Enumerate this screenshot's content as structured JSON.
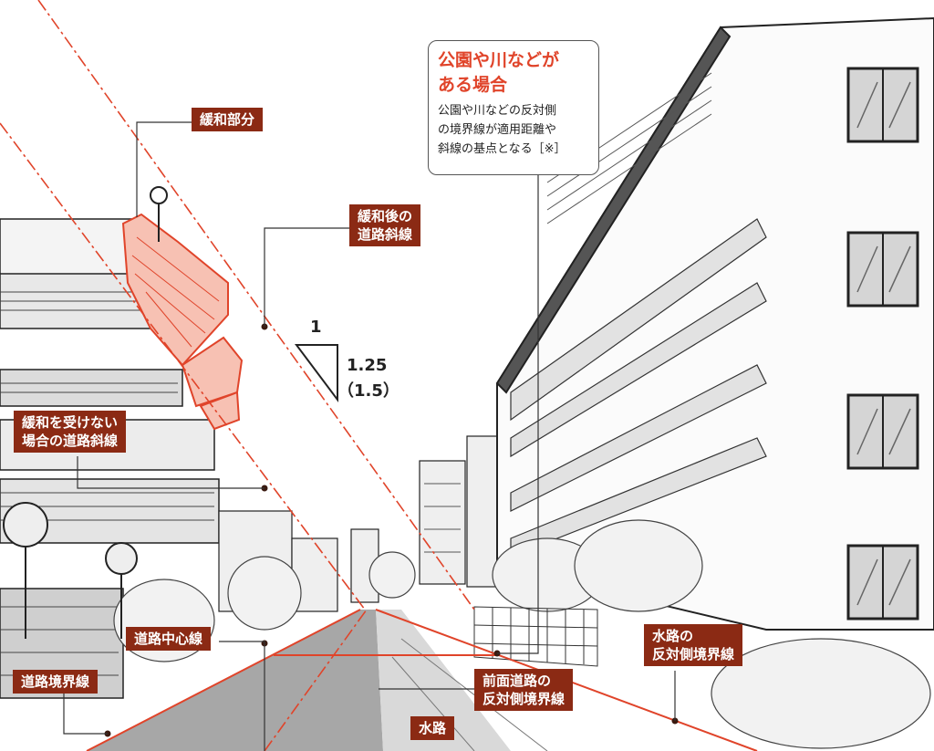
{
  "labels": {
    "kanwa_bubun": "緩和部分",
    "kanwa_go_line1": "緩和後の",
    "kanwa_go_line2": "道路斜線",
    "no_kanwa_line1": "緩和を受けない",
    "no_kanwa_line2": "場合の道路斜線",
    "road_center": "道路中心線",
    "road_boundary": "道路境界線",
    "front_road_line1": "前面道路の",
    "front_road_line2": "反対側境界線",
    "waterway": "水路",
    "waterway_opp_line1": "水路の",
    "waterway_opp_line2": "反対側境界線"
  },
  "callout": {
    "title_line1": "公園や川などが",
    "title_line2": "ある場合",
    "body_line1": "公園や川などの反対側",
    "body_line2": "の境界線が適用距離や",
    "body_line3": "斜線の基点となる［※］"
  },
  "ratio": {
    "run": "1",
    "rise": "1.25",
    "rise_alt": "（1.5）"
  },
  "colors": {
    "accent_red": "#e0442a",
    "label_bg": "#8b2a14",
    "ink": "#222222"
  }
}
